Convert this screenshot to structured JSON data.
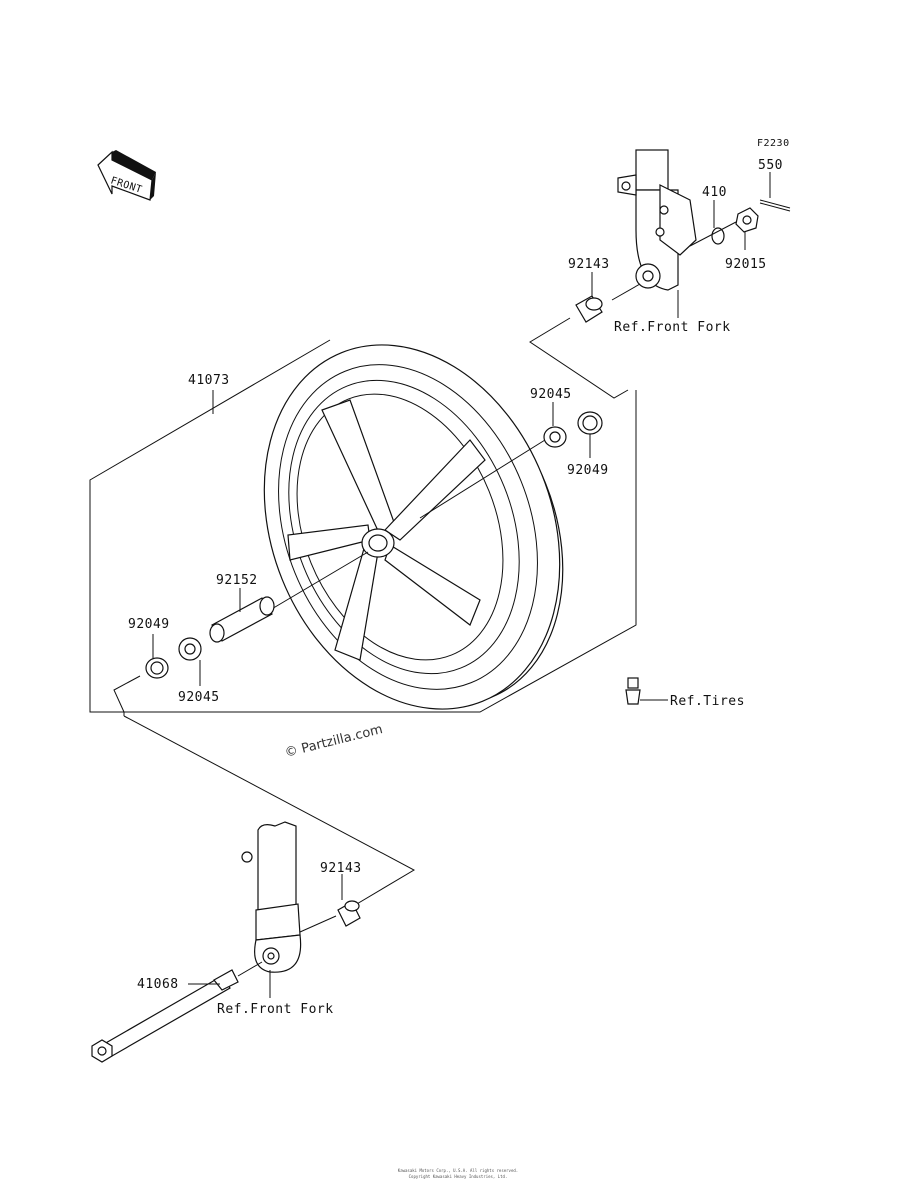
{
  "diagram_id": "F2230",
  "front_arrow_text": "FRONT",
  "watermark": "© Partzilla.com",
  "parts": {
    "cotter_pin": "550",
    "washer": "410",
    "axle_nut": "92015",
    "collar_right": "92143",
    "ref_front_fork_right": "Ref.Front Fork",
    "wheel": "41073",
    "bearing_right": "92045",
    "seal_right": "92049",
    "spacer": "92152",
    "seal_left": "92049",
    "bearing_left": "92045",
    "ref_tires": "Ref.Tires",
    "collar_left": "92143",
    "axle": "41068",
    "ref_front_fork_left": "Ref.Front Fork"
  },
  "footer_lines": [
    "Kawasaki Motors Corp., U.S.A. All rights reserved.",
    "Copyright Kawasaki Heavy Industries, Ltd."
  ]
}
